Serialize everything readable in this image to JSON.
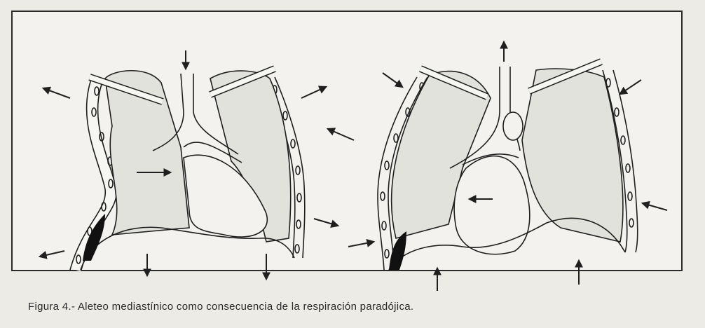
{
  "caption": "Figura 4.- Aleteo mediastínico como consecuencia de la respiración paradójica.",
  "colors": {
    "ink": "#1f1f1f",
    "paper": "#f3f2ee",
    "lung_shade": "#dcdcd8",
    "dark_cavity": "#111111"
  },
  "figure": {
    "panels": [
      {
        "id": "inspiration",
        "airflow": "down"
      },
      {
        "id": "expiration",
        "airflow": "up"
      }
    ]
  }
}
